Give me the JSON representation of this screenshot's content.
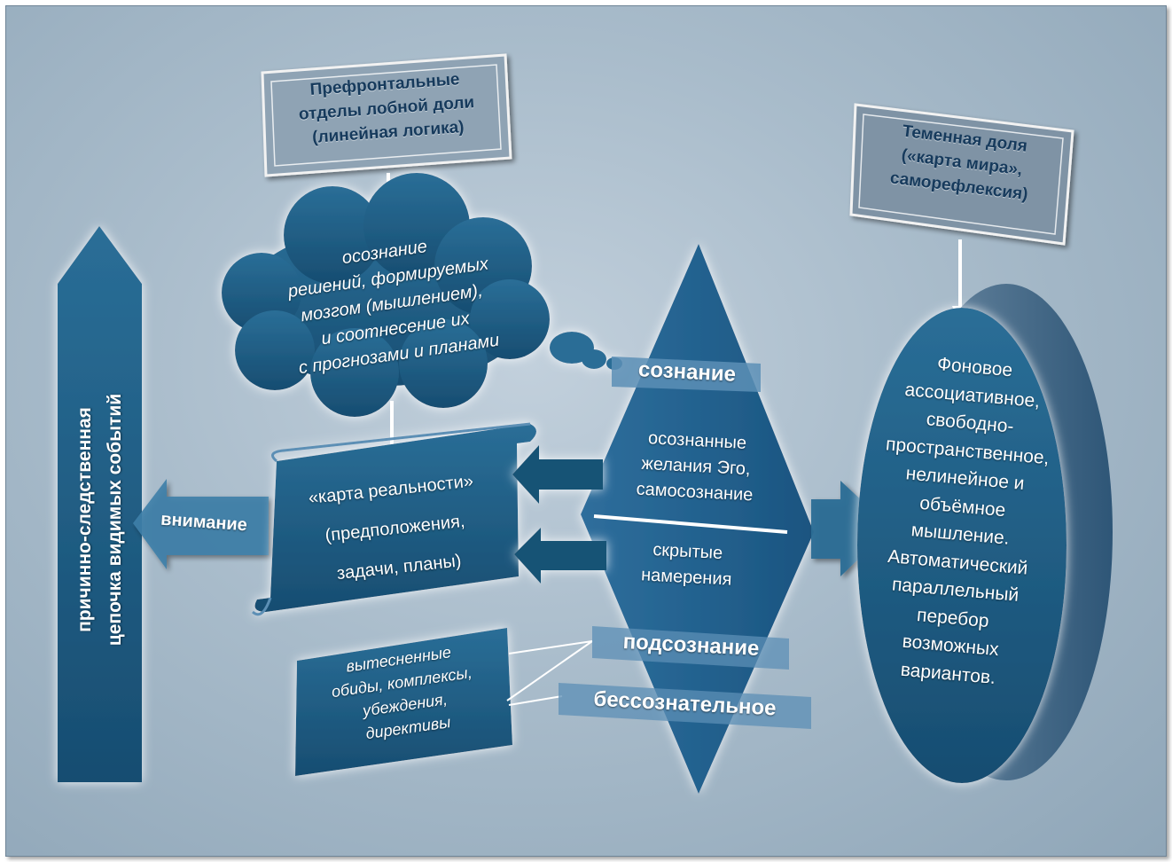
{
  "prefrontal_box": {
    "line1": "Префронтальные",
    "line2": "отделы лобной доли",
    "line3": "(линейная логика)"
  },
  "parietal_box": {
    "line1": "Теменная доля",
    "line2": "(«карта мира»,",
    "line3": "саморефлексия)"
  },
  "cloud": {
    "line1": "осознание",
    "line2": "решений,  формируемых",
    "line3": "мозгом (мышлением),",
    "line4": "и соотнесение их",
    "line5": "с прогнозами и планами"
  },
  "vertical_arrow": {
    "line1": "причинно-следственная",
    "line2": "цепочка видимых событий"
  },
  "attention_arrow": {
    "label": "внимание"
  },
  "scroll": {
    "line1": "«карта реальности»",
    "line2": "(предположения,",
    "line3": "задачи, планы)"
  },
  "suppressed_box": {
    "line1": "вытесненные",
    "line2": "обиды, комплексы,",
    "line3": "убеждения,",
    "line4": "директивы"
  },
  "diamond": {
    "top_line1": "осознанные",
    "top_line2": "желания Эго,",
    "top_line3": "самосознание",
    "bottom_line1": "скрытые",
    "bottom_line2": "намерения"
  },
  "levels": {
    "consciousness": "сознание",
    "subconscious": "подсознание",
    "unconscious": "бессознательное"
  },
  "ellipse": {
    "line1": "Фоновое",
    "line2": "ассоциативное,",
    "line3": "свободно-",
    "line4": "пространственное,",
    "line5": "нелинейное и",
    "line6": "объёмное",
    "line7": "мышление.",
    "line8": "Автоматический",
    "line9": "параллельный",
    "line10": "перебор",
    "line11": "возможных",
    "line12": "вариантов."
  },
  "colors": {
    "shape_fill": "#1e5f86",
    "shape_dark": "#0f3d5c",
    "background": "#a9bccb",
    "label_bg": "#5c8fb6"
  }
}
